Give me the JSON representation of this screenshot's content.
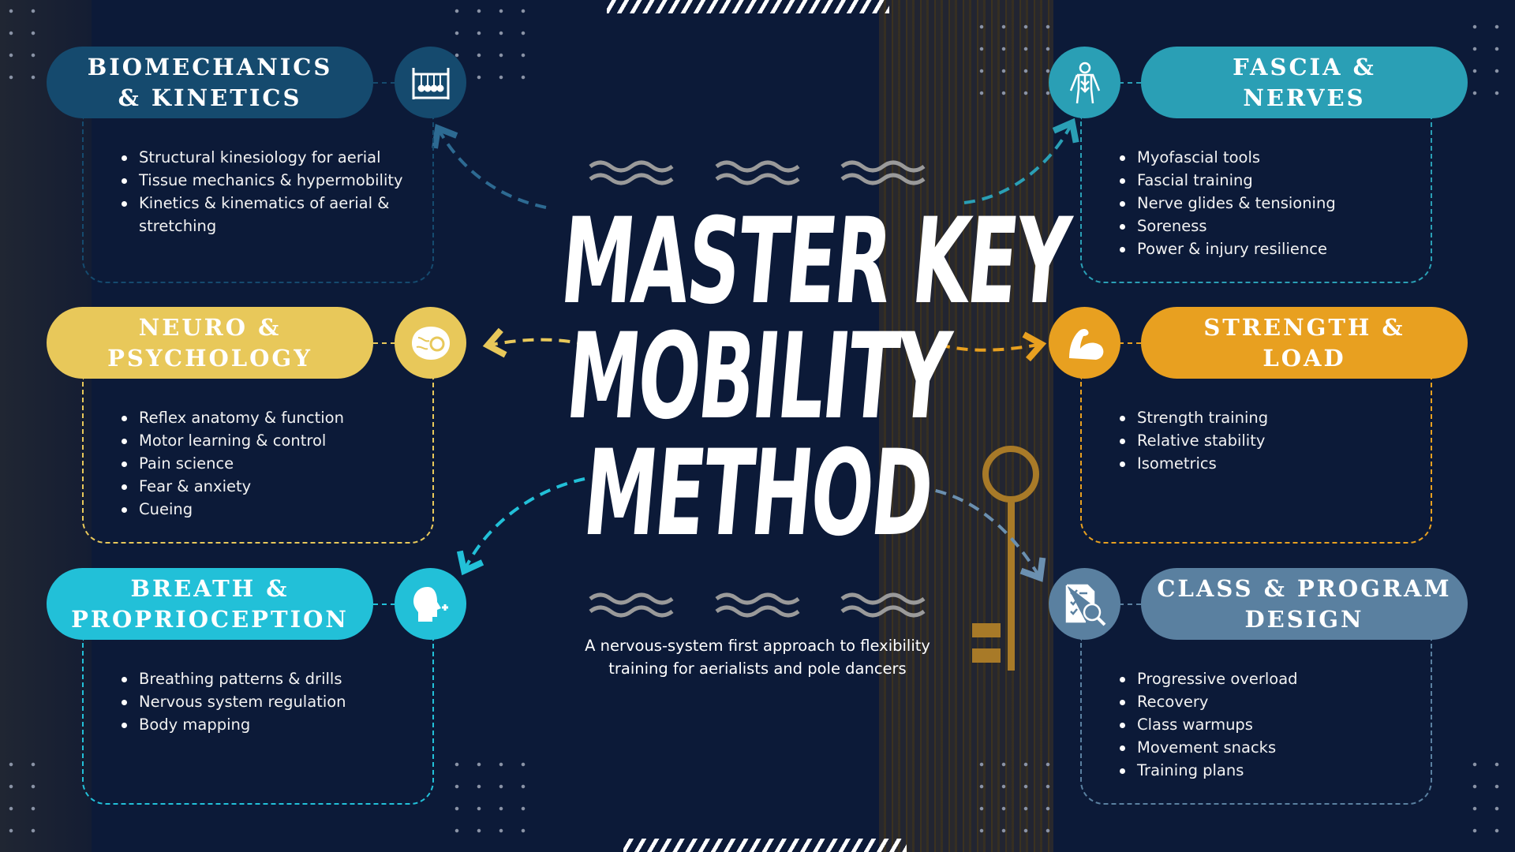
{
  "title": {
    "line1": "MASTER KEY",
    "line2": "MOBILITY",
    "line3": "METHOD"
  },
  "subtitle": {
    "line1": "A nervous-system first approach to flexibility",
    "line2": "training for aerialists and pole dancers"
  },
  "colors": {
    "background": "#0c1a38",
    "biomechanics": "#154a6e",
    "neuro": "#e8c85a",
    "breath": "#22c0d8",
    "fascia": "#2a9fb5",
    "strength": "#e8a020",
    "class": "#5a80a0"
  },
  "cards": [
    {
      "id": "biomechanics",
      "icon": "newtons-cradle-icon",
      "title_l1": "BIOMECHANICS",
      "title_l2": "& KINETICS",
      "items": [
        "Structural kinesiology for aerial",
        "Tissue mechanics & hypermobility",
        "Kinetics & kinematics of aerial & stretching"
      ]
    },
    {
      "id": "neuro",
      "icon": "brain-gear-icon",
      "title_l1": "NEURO &",
      "title_l2": "PSYCHOLOGY",
      "items": [
        "Reflex anatomy & function",
        "Motor learning & control",
        "Pain science",
        "Fear & anxiety",
        "Cueing"
      ]
    },
    {
      "id": "breath",
      "icon": "head-breath-icon",
      "title_l1": "BREATH &",
      "title_l2": "PROPRIOCEPTION",
      "items": [
        "Breathing patterns & drills",
        "Nervous system regulation",
        "Body mapping"
      ]
    },
    {
      "id": "fascia",
      "icon": "human-anatomy-icon",
      "title_l1": "FASCIA &",
      "title_l2": "NERVES",
      "items": [
        "Myofascial tools",
        "Fascial training",
        "Nerve glides & tensioning",
        "Soreness",
        "Power & injury resilience"
      ]
    },
    {
      "id": "strength",
      "icon": "flexed-bicep-icon",
      "title_l1": "STRENGTH &",
      "title_l2": "LOAD",
      "items": [
        "Strength training",
        "Relative stability",
        "Isometrics"
      ]
    },
    {
      "id": "class",
      "icon": "checklist-search-icon",
      "title_l1": "CLASS & PROGRAM",
      "title_l2": "DESIGN",
      "items": [
        "Progressive overload",
        "Recovery",
        "Class warmups",
        "Movement snacks",
        "Training plans"
      ]
    }
  ]
}
